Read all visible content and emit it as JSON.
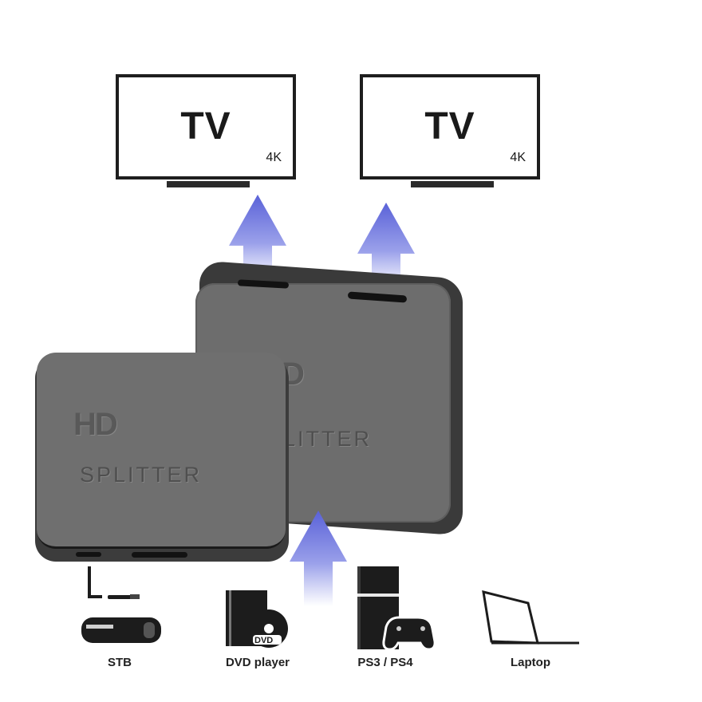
{
  "outputs": [
    {
      "title": "TV",
      "badge": "4K"
    },
    {
      "title": "TV",
      "badge": "4K"
    }
  ],
  "device": {
    "logo_top": "HD",
    "logo_bottom": "SPLITTER",
    "logo_bottom_back": "LITTER",
    "logo_top_back": "D"
  },
  "sources": [
    {
      "icon": "set-top-box-icon",
      "label": "STB"
    },
    {
      "icon": "dvd-player-icon",
      "label": "DVD player"
    },
    {
      "icon": "game-console-icon",
      "label": "PS3 / PS4"
    },
    {
      "icon": "laptop-icon",
      "label": "Laptop"
    }
  ],
  "colors": {
    "arrow_top": "#5a62d8",
    "arrow_bottom": "#ffffff",
    "device_face": "#6d6d6d",
    "device_edge": "#2a2a2a"
  }
}
